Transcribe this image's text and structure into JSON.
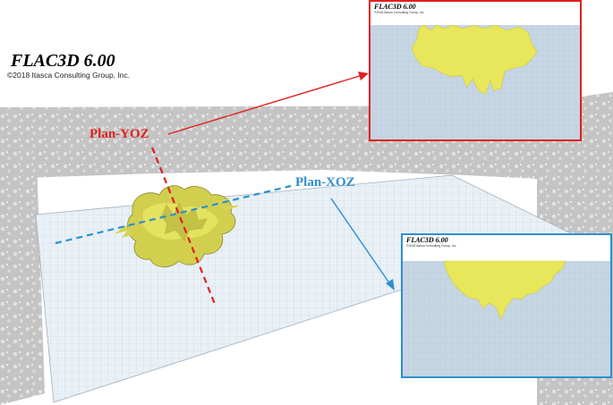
{
  "main_view": {
    "title": "FLAC3D 6.00",
    "copyright": "©2018 Itasca Consulting Group, Inc."
  },
  "annotations": {
    "plan_yoz": "Plan-YOZ",
    "plan_xoz": "Plan-XOZ"
  },
  "inset_yoz": {
    "title": "FLAC3D 6.00",
    "copyright": "©2018 Itasca Consulting Group, Inc."
  },
  "inset_xoz": {
    "title": "FLAC3D 6.00",
    "copyright": "©2018 Itasca Consulting Group, Inc."
  },
  "colors": {
    "yoz_accent": "#e02020",
    "xoz_accent": "#2f8fd0",
    "fracture": "#e3e25a",
    "mesh_floor": "#e9f0f6",
    "inset_bg": "#c6d6e4"
  }
}
